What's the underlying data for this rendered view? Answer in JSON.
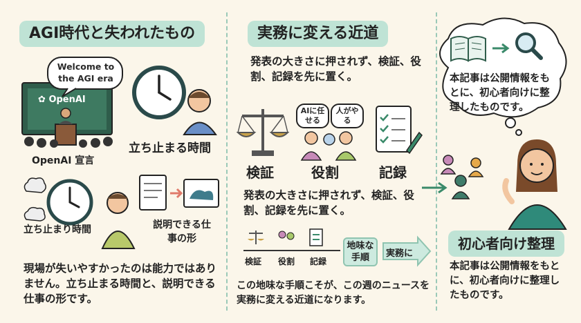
{
  "left": {
    "title": "AGI時代と失われたもの",
    "speech_bubble": "Welcome to the AGI era",
    "screen_logo": "OpenAI",
    "stage_caption": "OpenAI 宣言",
    "clock_label_top": "立ち止まる時間",
    "clock_label_bottom": "立ち止まり時間",
    "explain_label": "説明できる仕事の形",
    "body_text": "現場が失いやすかったのは能力ではありません。立ち止まる時間と、説明できる仕事の形です。"
  },
  "middle": {
    "title": "実務に変える近道",
    "intro_text": "発表の大きさに押されず、検証、役割、記録を先に置く。",
    "icon_labels": [
      "検証",
      "役割",
      "記録"
    ],
    "bubble_ai": "AIに任せる",
    "bubble_human": "人がやる",
    "repeat_text": "発表の大きさに押されず、検証、役割、記録を先に置く。",
    "flow_labels": [
      "検証",
      "役割",
      "記録"
    ],
    "flow_box": "地味な手順",
    "flow_arrow": "実務に",
    "bottom_text": "この地味な手順こそが、この週のニュースを実務に変える近道になります。"
  },
  "right": {
    "thought_text": "本記事は公開情報をもとに、初心者向けに整理したものです。",
    "title": "初心者向け整理",
    "body_text": "本記事は公開情報をもとに、初心者向けに整理したものです。"
  },
  "colors": {
    "accent": "#bfe3d5",
    "highlight": "#f7d98a",
    "background": "#fbf6ea"
  }
}
